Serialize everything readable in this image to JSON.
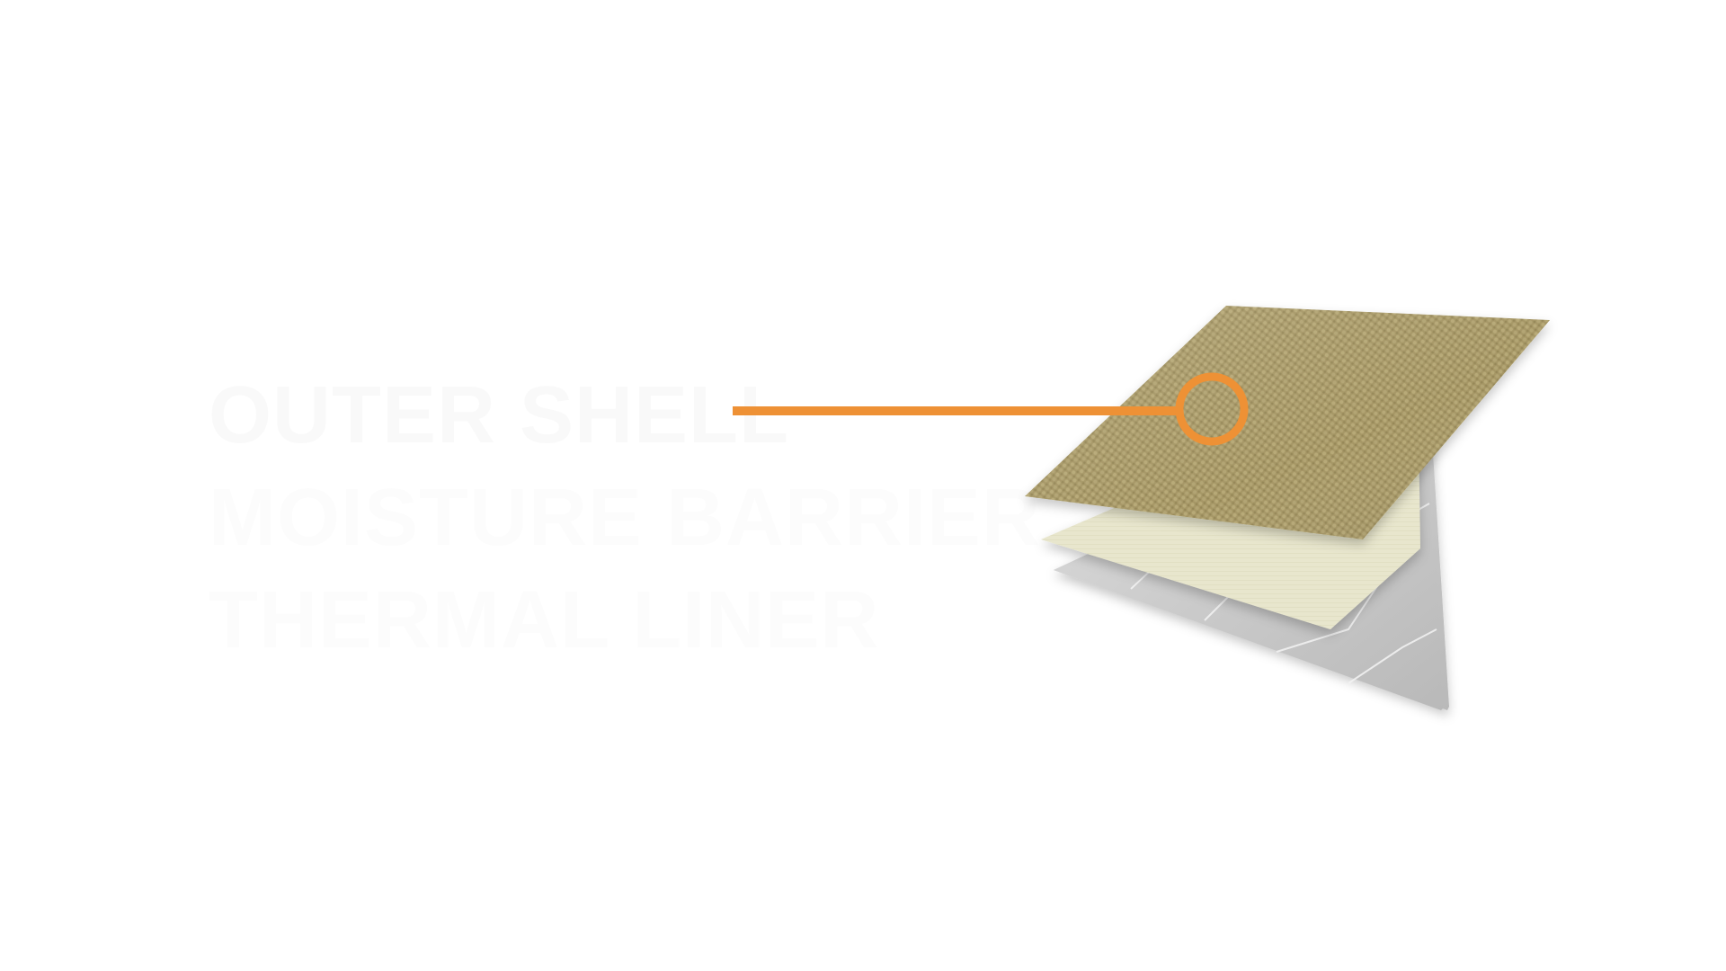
{
  "layers": [
    {
      "label": "OUTER SHELL",
      "active": true
    },
    {
      "label": "MOISTURE BARRIER",
      "active": false
    },
    {
      "label": "THERMAL LINER",
      "active": false
    }
  ],
  "colors": {
    "accent": "#EE9135",
    "outer_shell": "#A89A68",
    "moisture_barrier": "#E4E2C4",
    "thermal_liner": "#CDCDCD",
    "label_text": "#FAFAFA",
    "background": "#FFFFFF"
  }
}
